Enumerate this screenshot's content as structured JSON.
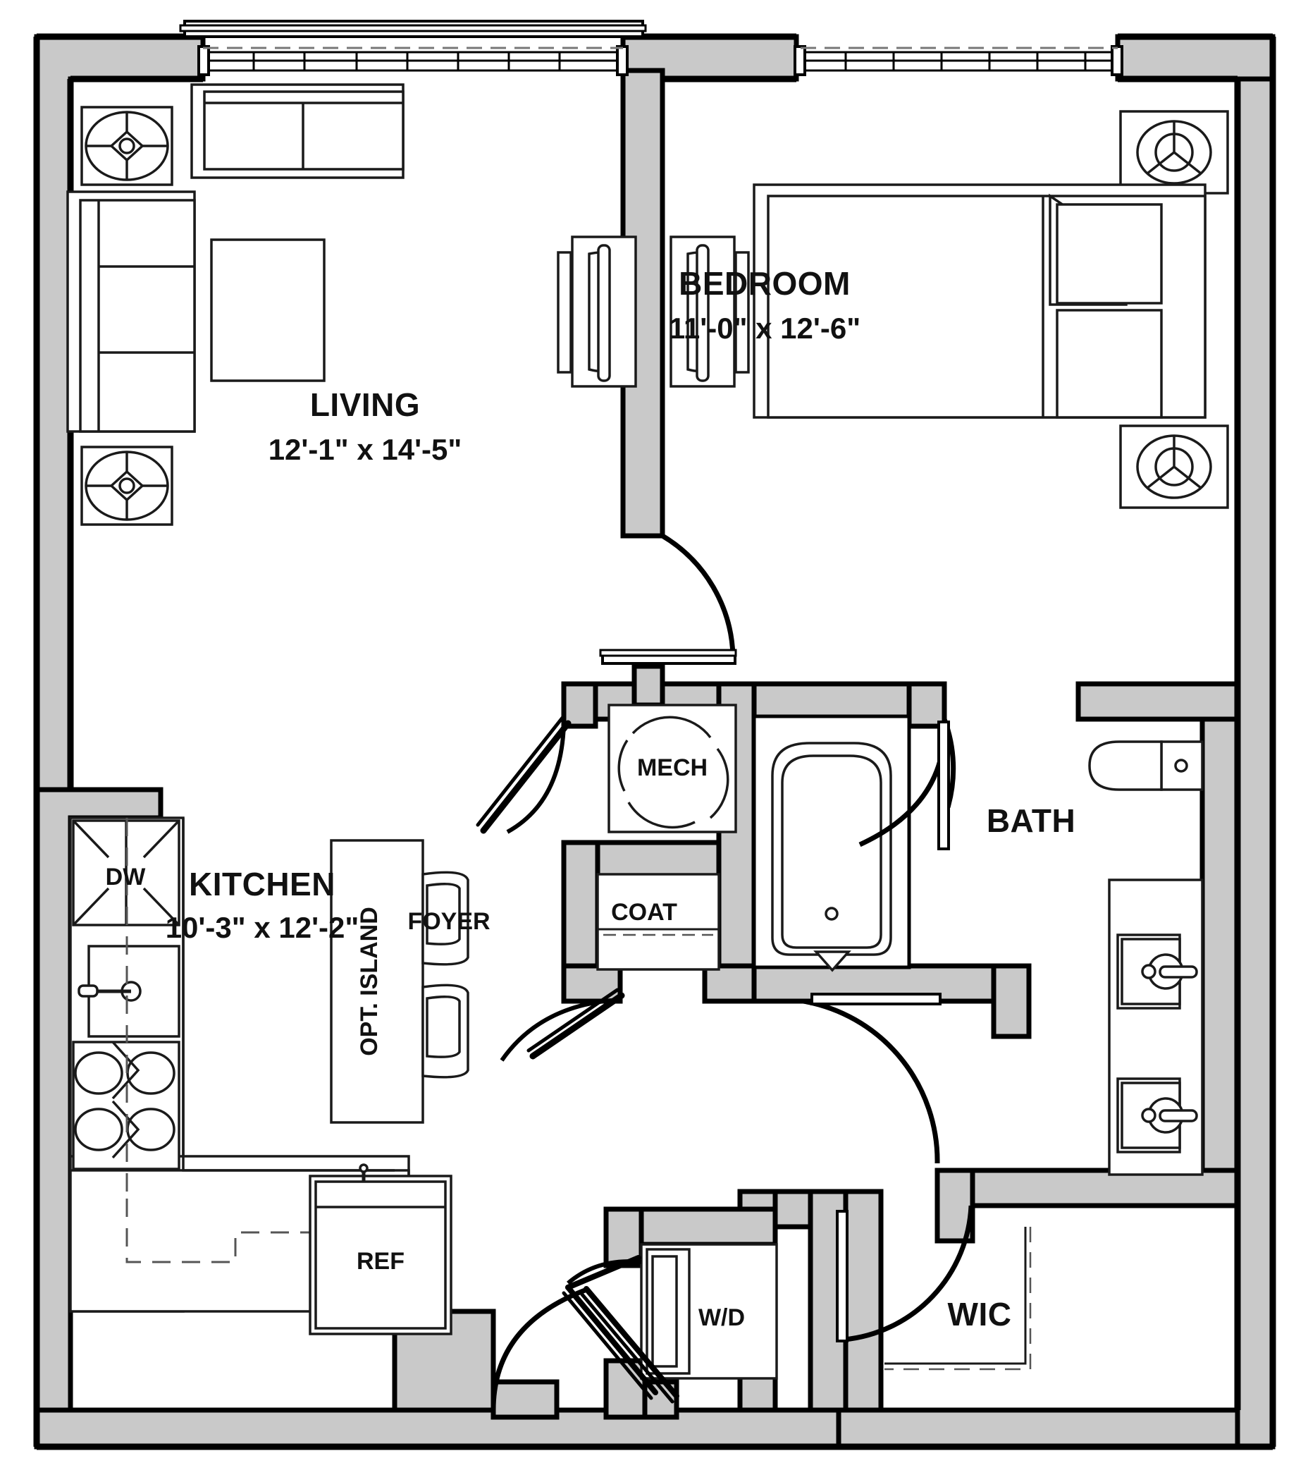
{
  "plan": {
    "type": "residential-floor-plan",
    "unit_description": "One bedroom, one bath apartment floor plan",
    "wall_fill": "#c9c9c9",
    "wall_stroke": "#000000",
    "furniture_stroke": "#1a1a1a",
    "background": "#ffffff"
  },
  "rooms": [
    {
      "key": "living",
      "name": "LIVING",
      "dimensions": "12'-1\" x 14'-5\""
    },
    {
      "key": "bedroom",
      "name": "BEDROOM",
      "dimensions": "11'-0\" x 12'-6\""
    },
    {
      "key": "kitchen",
      "name": "KITCHEN",
      "dimensions": "10'-3\" x 12'-2\""
    },
    {
      "key": "bath",
      "name": "BATH",
      "dimensions": ""
    },
    {
      "key": "foyer",
      "name": "FOYER",
      "dimensions": ""
    },
    {
      "key": "wic",
      "name": "WIC",
      "dimensions": ""
    }
  ],
  "closets": [
    {
      "key": "mech",
      "label": "MECH"
    },
    {
      "key": "coat",
      "label": "COAT"
    }
  ],
  "appliances": [
    {
      "key": "dw",
      "label": "DW"
    },
    {
      "key": "ref",
      "label": "REF"
    },
    {
      "key": "wd",
      "label": "W/D"
    }
  ],
  "fixtures": [
    {
      "key": "opt_island",
      "label": "OPT. ISLAND"
    }
  ],
  "icons": {
    "ceiling_fan": "ceiling-fan-icon",
    "pendant_light": "pendant-light-icon",
    "sink": "kitchen-sink-icon",
    "cooktop": "cooktop-icon",
    "bathtub": "bathtub-icon",
    "toilet": "toilet-icon",
    "vanity_sink": "vanity-sink-icon",
    "bed": "bed-icon",
    "sofa": "sofa-icon",
    "loveseat": "loveseat-icon",
    "coffee_table": "coffee-table-icon",
    "media_unit": "media-unit-icon",
    "stool": "bar-stool-icon",
    "window": "window-icon",
    "door_swing": "door-swing-icon"
  }
}
